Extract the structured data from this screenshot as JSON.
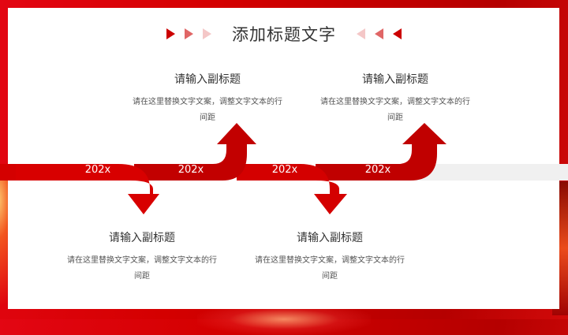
{
  "header": {
    "title": "添加标题文字",
    "left_triangles": [
      "#cc0000",
      "#e06666",
      "#f4c7c7"
    ],
    "right_triangles": [
      "#f4c7c7",
      "#e06666",
      "#cc0000"
    ]
  },
  "colors": {
    "accent": "#d40000",
    "accent_dark": "#b80000",
    "track_gray": "#f0f0f0",
    "frame_red": "#d10000"
  },
  "timeline": {
    "years": [
      "202x",
      "202x",
      "202x",
      "202x"
    ]
  },
  "items": [
    {
      "subtitle": "请输入副标题",
      "text": "请在这里替换文字文案，调整文字文本的行",
      "text2": "间距",
      "position": "top"
    },
    {
      "subtitle": "请输入副标题",
      "text": "请在这里替换文字文案，调整文字文本的行",
      "text2": "间距",
      "position": "top"
    },
    {
      "subtitle": "请输入副标题",
      "text": "请在这里替换文字文案，调整文字文本的行",
      "text2": "间距",
      "position": "bottom"
    },
    {
      "subtitle": "请输入副标题",
      "text": "请在这里替换文字文案，调整文字文本的行",
      "text2": "间距",
      "position": "bottom"
    }
  ]
}
